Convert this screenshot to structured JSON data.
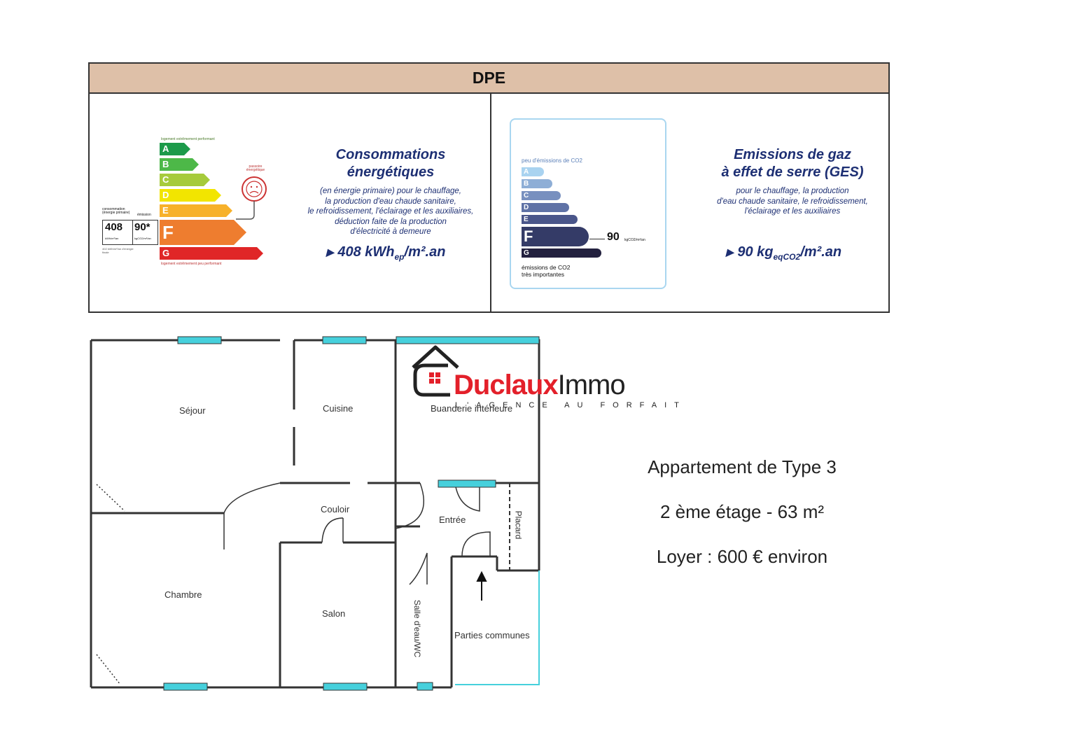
{
  "dpe": {
    "header": "DPE",
    "energy": {
      "label_top": "logement extrêmement performant",
      "label_bottom": "logement extrêmement peu performant",
      "classes": [
        "A",
        "B",
        "C",
        "D",
        "E",
        "F",
        "G"
      ],
      "class_colors": [
        "#1c9a4a",
        "#4db848",
        "#a6cb3c",
        "#f2e500",
        "#f7b12a",
        "#ee7d2f",
        "#e02627"
      ],
      "current_class": "F",
      "kwh_value": "408",
      "co2_value": "90*",
      "kwh_unit": "kWh/m²/an",
      "co2_unit": "kgCO2/m²/an",
      "small_head_1": "consommation (énergie primaire)",
      "small_head_2": "émission",
      "small_foot": "402 kWh/m²/an d'énergie finale",
      "passoire_label": "passoire énergétique",
      "title_line1": "Consommations",
      "title_line2": "énergétiques",
      "desc_line1": "(en énergie primaire) pour le chauffage,",
      "desc_line2": "la production d'eau chaude sanitaire,",
      "desc_line3": "le refroidissement, l'éclairage et les auxiliaires,",
      "desc_line4": "déduction faite de la production",
      "desc_line5": "d'électricité à demeure",
      "value_main": "408 kWh",
      "value_sub": "ep",
      "value_unit": "/m².an"
    },
    "ges": {
      "label_top": "peu d'émissions de CO2",
      "label_bottom_1": "émissions de CO2",
      "label_bottom_2": "très importantes",
      "classes": [
        "A",
        "B",
        "C",
        "D",
        "E",
        "F",
        "G"
      ],
      "class_colors": [
        "#a9d3f0",
        "#8eaed6",
        "#7890bf",
        "#5f72a6",
        "#4a568a",
        "#343b67",
        "#23213f"
      ],
      "current_class": "F",
      "value": "90",
      "unit_small": "kgCO2/m²/an",
      "title_line1": "Emissions de gaz",
      "title_line2": "à effet de serre (GES)",
      "desc_line1": "pour le chauffage, la production",
      "desc_line2": "d'eau chaude sanitaire, le refroidissement,",
      "desc_line3": "l'éclairage et les auxiliaires",
      "value_main": "90 kg",
      "value_sub": "eqCO2",
      "value_unit": "/m².an"
    }
  },
  "plan": {
    "rooms": {
      "sejour": "Séjour",
      "cuisine": "Cuisine",
      "buanderie": "Buanderie intérieure",
      "couloir": "Couloir",
      "entree": "Entrée",
      "placard": "Placard",
      "chambre": "Chambre",
      "salon": "Salon",
      "salle_eau": "Salle d'eau/WC",
      "parties_communes": "Parties communes"
    },
    "window_color": "#46d0dc"
  },
  "logo": {
    "part1": "Duclaux",
    "part2": "Immo",
    "tagline": "L'AGENCE AU FORFAIT",
    "color_red": "#e3202a",
    "color_dark": "#222222"
  },
  "info": {
    "line1": "Appartement de Type 3",
    "line2": "2 ème étage - 63 m²",
    "line3": "Loyer : 600 € environ"
  }
}
